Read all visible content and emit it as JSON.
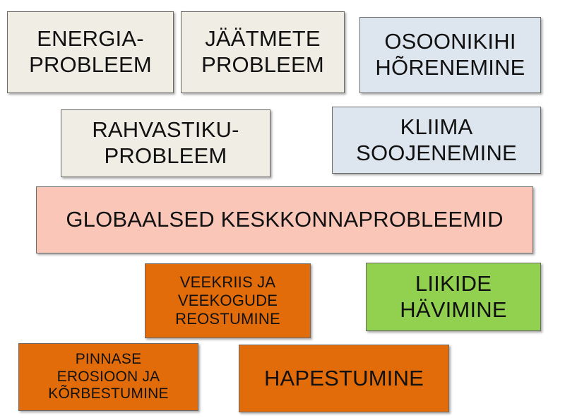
{
  "boxes": {
    "energia": "ENERGIA-\nPROBLEEM",
    "jaatmete": "JÄÄTMETE\nPROBLEEM",
    "osoonikihi": "OSOONIKIHI\nHÕRENEMINE",
    "rahvastiku": "RAHVASTIKU-\nPROBLEEM",
    "kliima": "KLIIMA\nSOOJENEMINE",
    "globaalsed": "GLOBAALSED KESKKONNAPROBLEEMID",
    "veekriis": "VEEKRIIS JA\nVEEKOGUDE\nREOSTUMINE",
    "liikide": "LIIKIDE\nHÄVIMINE",
    "pinnase": "PINNASE\nEROSIOON JA\nKÕRBESTUMINE",
    "hapestumine": "HAPESTUMINE"
  },
  "colors": {
    "beige": "#efede4",
    "bluegrey": "#dde5ef",
    "salmon": "#f9c6b8",
    "orange": "#e36c0a",
    "green": "#92d050"
  }
}
